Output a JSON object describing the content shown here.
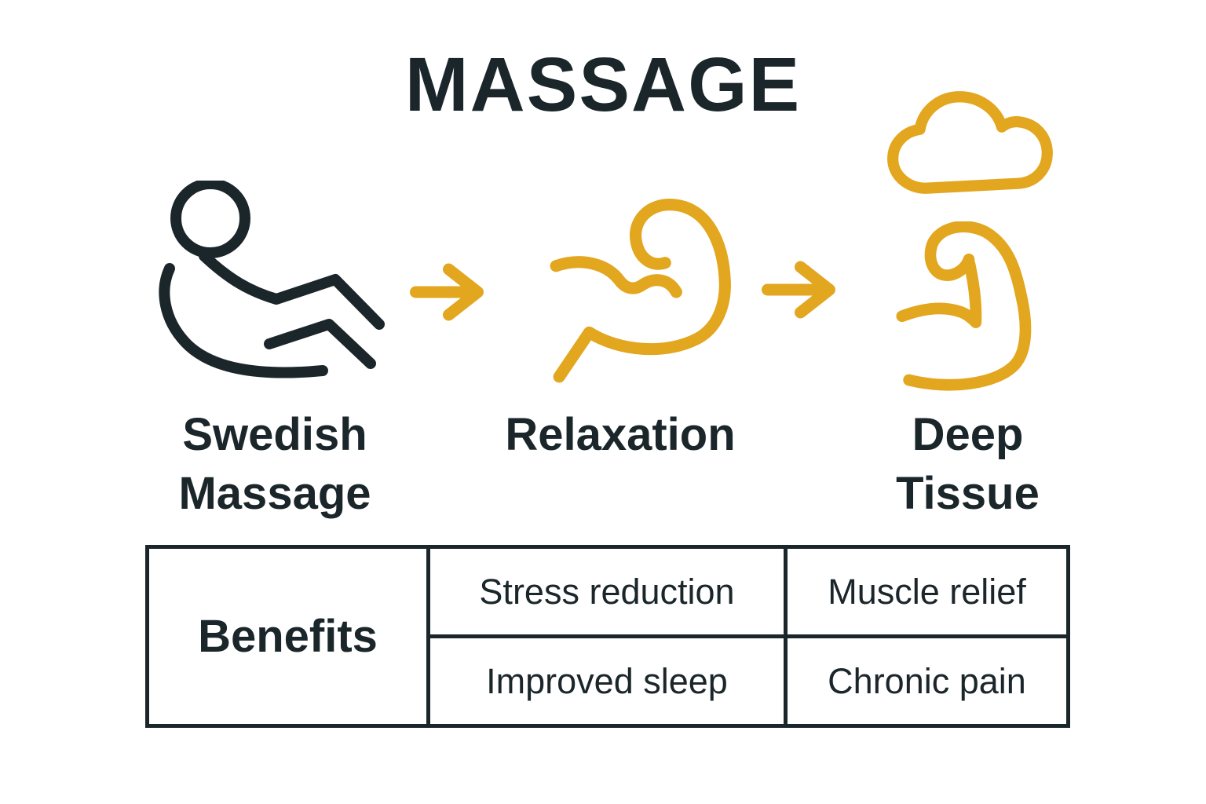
{
  "title": "MASSAGE",
  "colors": {
    "ink": "#1b262b",
    "accent": "#e2a61f",
    "background": "#ffffff"
  },
  "flow": {
    "steps": [
      {
        "label": "Swedish\nMassage",
        "icon": "reclining-person-icon"
      },
      {
        "label": "Relaxation",
        "icon": "flexed-bicep-icon"
      },
      {
        "label": "Deep\nTissue",
        "icon": "cloud-over-bicep-icon"
      }
    ],
    "connector_icon": "right-arrow-icon"
  },
  "benefits_table": {
    "row_header": "Benefits",
    "rows": [
      {
        "cells": [
          "Stress reduction",
          "Muscle relief"
        ]
      },
      {
        "cells": [
          "Improved sleep",
          "Chronic pain"
        ]
      }
    ]
  }
}
